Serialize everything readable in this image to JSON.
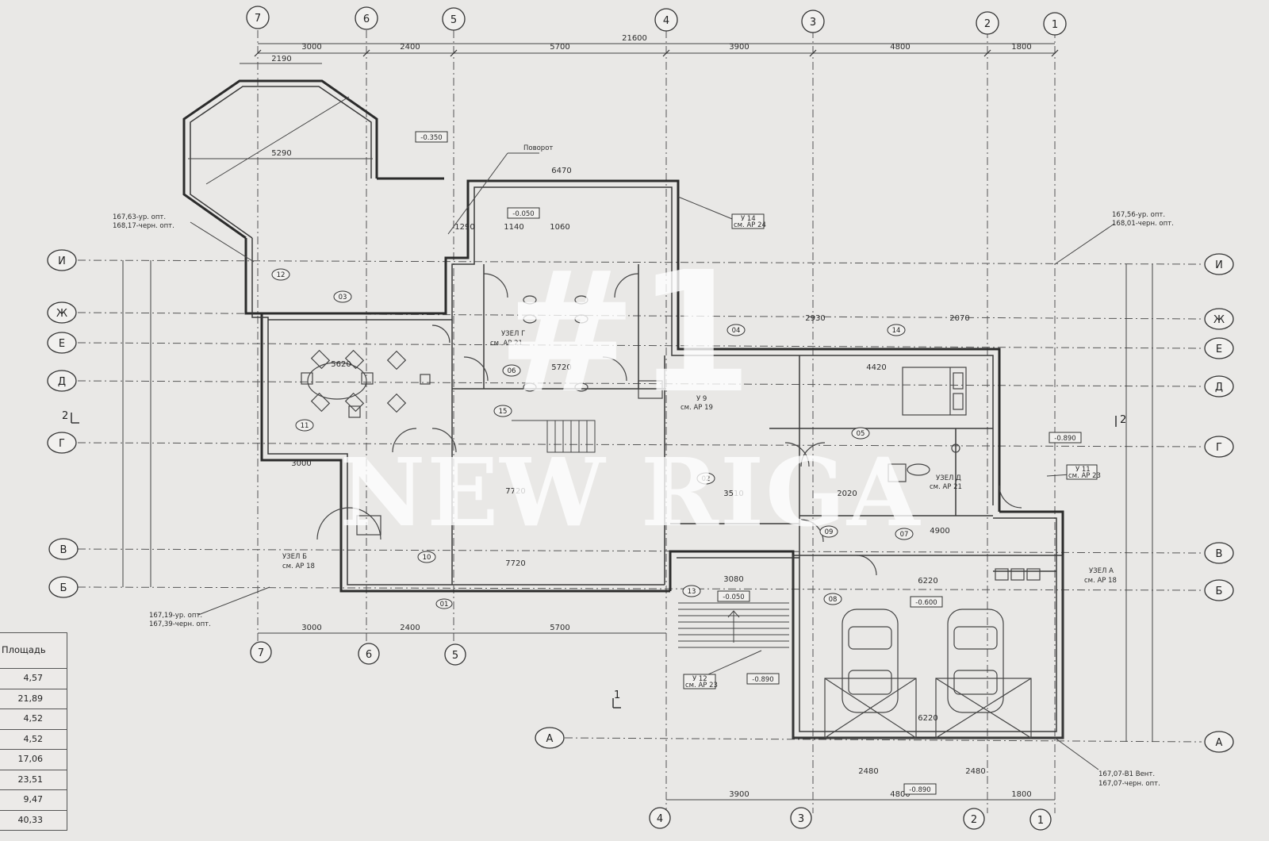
{
  "overall_dimension": "21600",
  "top_segment_dims": [
    "3000",
    "2400",
    "5700",
    "3900",
    "4800",
    "1800"
  ],
  "bottom_left_dims": [
    "3000",
    "2400",
    "5700"
  ],
  "bottom_right_dims": [
    "3900",
    "4800",
    "1800"
  ],
  "axes_vertical": [
    "7",
    "6",
    "5",
    "4",
    "3",
    "2",
    "1"
  ],
  "axes_horizontal": [
    "И",
    "Ж",
    "Е",
    "Д",
    "Г",
    "В",
    "Б",
    "А"
  ],
  "rooms": [
    "01",
    "02",
    "03",
    "04",
    "05",
    "06",
    "07",
    "08",
    "09",
    "10",
    "11",
    "12",
    "13",
    "14",
    "15"
  ],
  "levels": {
    "porch": "-0.350",
    "upper": "-0.050",
    "entry": "-0.050",
    "garage": "-0.600",
    "ground_right": "-0.890",
    "ground_mid": "-0.890",
    "ground_bottom": "-0.890"
  },
  "nodes": {
    "node_g": "УЗЕЛ Г",
    "node_g_ref": "см. АР 21",
    "node_b": "УЗЕЛ Б",
    "node_b_ref": "см. АР 18",
    "node_d": "УЗЕЛ Д",
    "node_d_ref": "см. АР 21",
    "node_a": "УЗЕЛ А",
    "node_a_ref": "см. АР 18",
    "u9": "У 9",
    "u9_ref": "см. АР 19",
    "u11": "У 11",
    "u11_ref": "см. АР 23",
    "u12": "У 12",
    "u12_ref": "см. АР 23",
    "u14": "У 14",
    "u14_ref": "см. АР 24"
  },
  "elev_notes": {
    "nw_1": "167,63-ур. опт.",
    "nw_2": "168,17-черн. опт.",
    "ne_1": "167,56-ур. опт.",
    "ne_2": "168,01-черн. опт.",
    "sw_1": "167,19-ур. опт.",
    "sw_2": "167,39-черн. опт.",
    "se_1": "167,07-В1 Вент.",
    "se_2": "167,07-черн. опт."
  },
  "labels": {
    "porch_word": "Поворот",
    "section_2": "2",
    "section_1": "1"
  },
  "inner_dims": {
    "bay": "2190",
    "bay_diag": "5290",
    "d6470": "6470",
    "d5720": "5720",
    "d7720a": "7720",
    "d7720b": "7720",
    "d3510": "3510",
    "d4420": "4420",
    "d4900": "4900",
    "d6220a": "6220",
    "d6220b": "6220",
    "d2480a": "2480",
    "d2480b": "2480",
    "d5620": "5620",
    "d2020": "2020",
    "d3080": "3080",
    "d1140": "1140",
    "d2930": "2930",
    "d2070": "2070",
    "d1290": "1290",
    "d1060": "1060",
    "d3000": "3000"
  },
  "watermark": {
    "hash": "#1",
    "brand": "NEW RIGA"
  },
  "area_table": {
    "header": "Площадь",
    "values": [
      "4,57",
      "21,89",
      "4,52",
      "4,52",
      "17,06",
      "23,51",
      "9,47",
      "40,33"
    ]
  }
}
